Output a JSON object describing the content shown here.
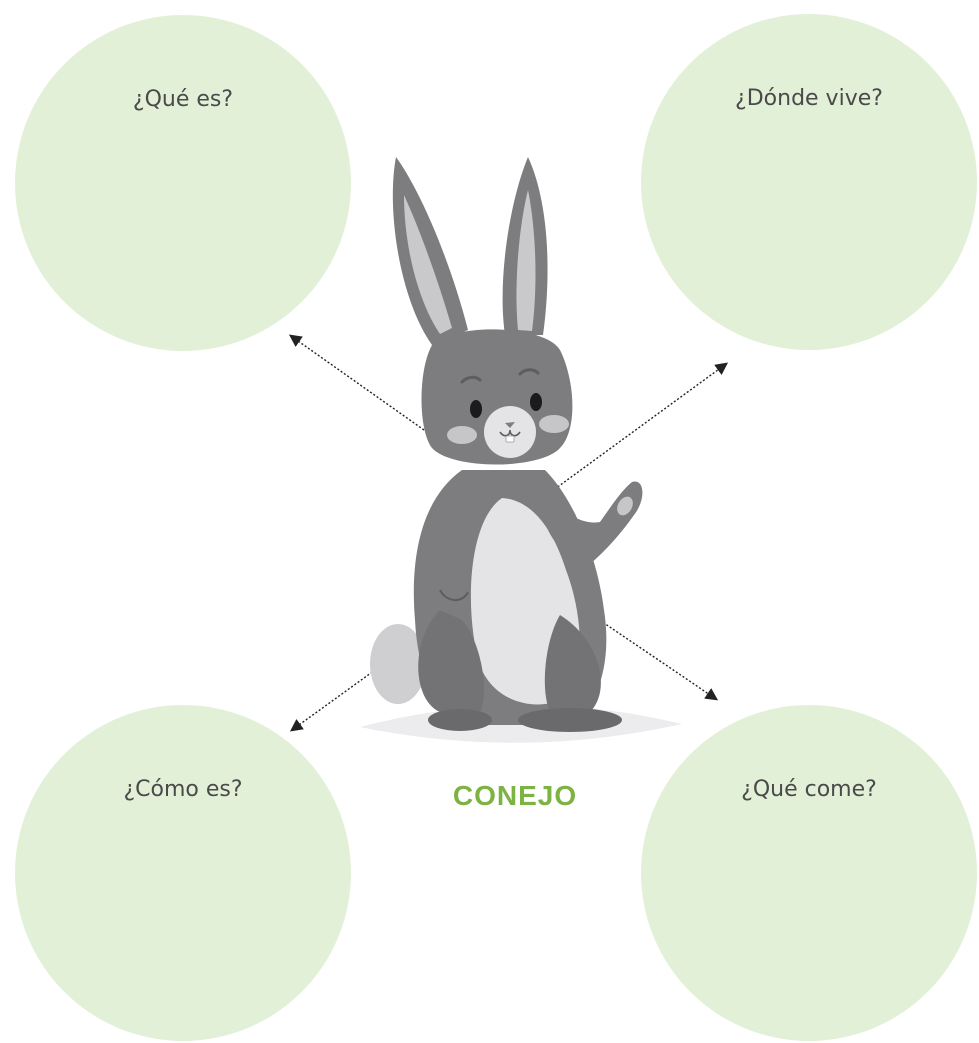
{
  "colors": {
    "circle_fill": "#e3f0d8",
    "title": "#7cb342",
    "rabbit_body": "#7d7d7f",
    "rabbit_light": "#e4e4e6",
    "ear_inner": "#c9c9cc",
    "cheek": "#c6c6c8",
    "arrow": "#222222",
    "shadow": "#ececef"
  },
  "circles": [
    {
      "id": "que-es",
      "label": "¿Qué es?"
    },
    {
      "id": "donde-vive",
      "label": "¿Dónde vive?"
    },
    {
      "id": "como-es",
      "label": "¿Cómo es?"
    },
    {
      "id": "que-come",
      "label": "¿Qué come?"
    }
  ],
  "center": {
    "title": "CONEJO",
    "illustration": "rabbit"
  }
}
